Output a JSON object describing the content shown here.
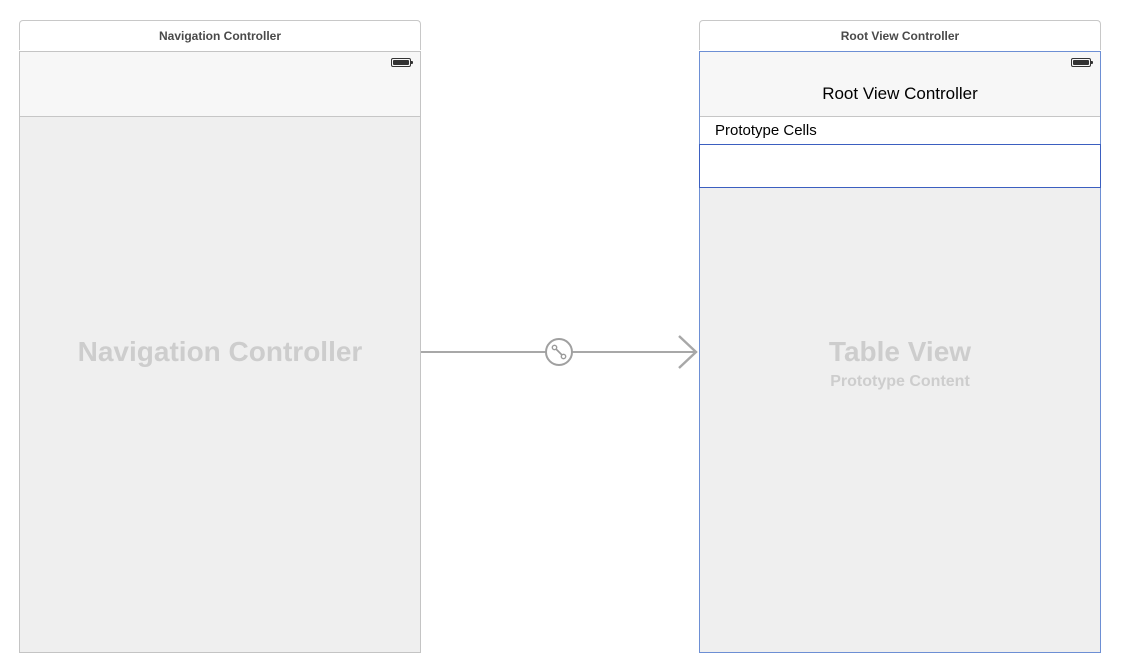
{
  "navigation_controller": {
    "scene_title": "Navigation Controller",
    "watermark": "Navigation Controller"
  },
  "root_view_controller": {
    "scene_title": "Root View Controller",
    "nav_title": "Root View Controller",
    "prototype_header": "Prototype Cells",
    "watermark_title": "Table View",
    "watermark_subtitle": "Prototype Content"
  },
  "segue": {
    "icon": "segue-relationship-icon"
  },
  "colors": {
    "selection_border": "#3b5fc0",
    "frame_border": "#6d8fd4",
    "canvas_fill": "#efefef",
    "watermark": "#cdcdcd"
  }
}
